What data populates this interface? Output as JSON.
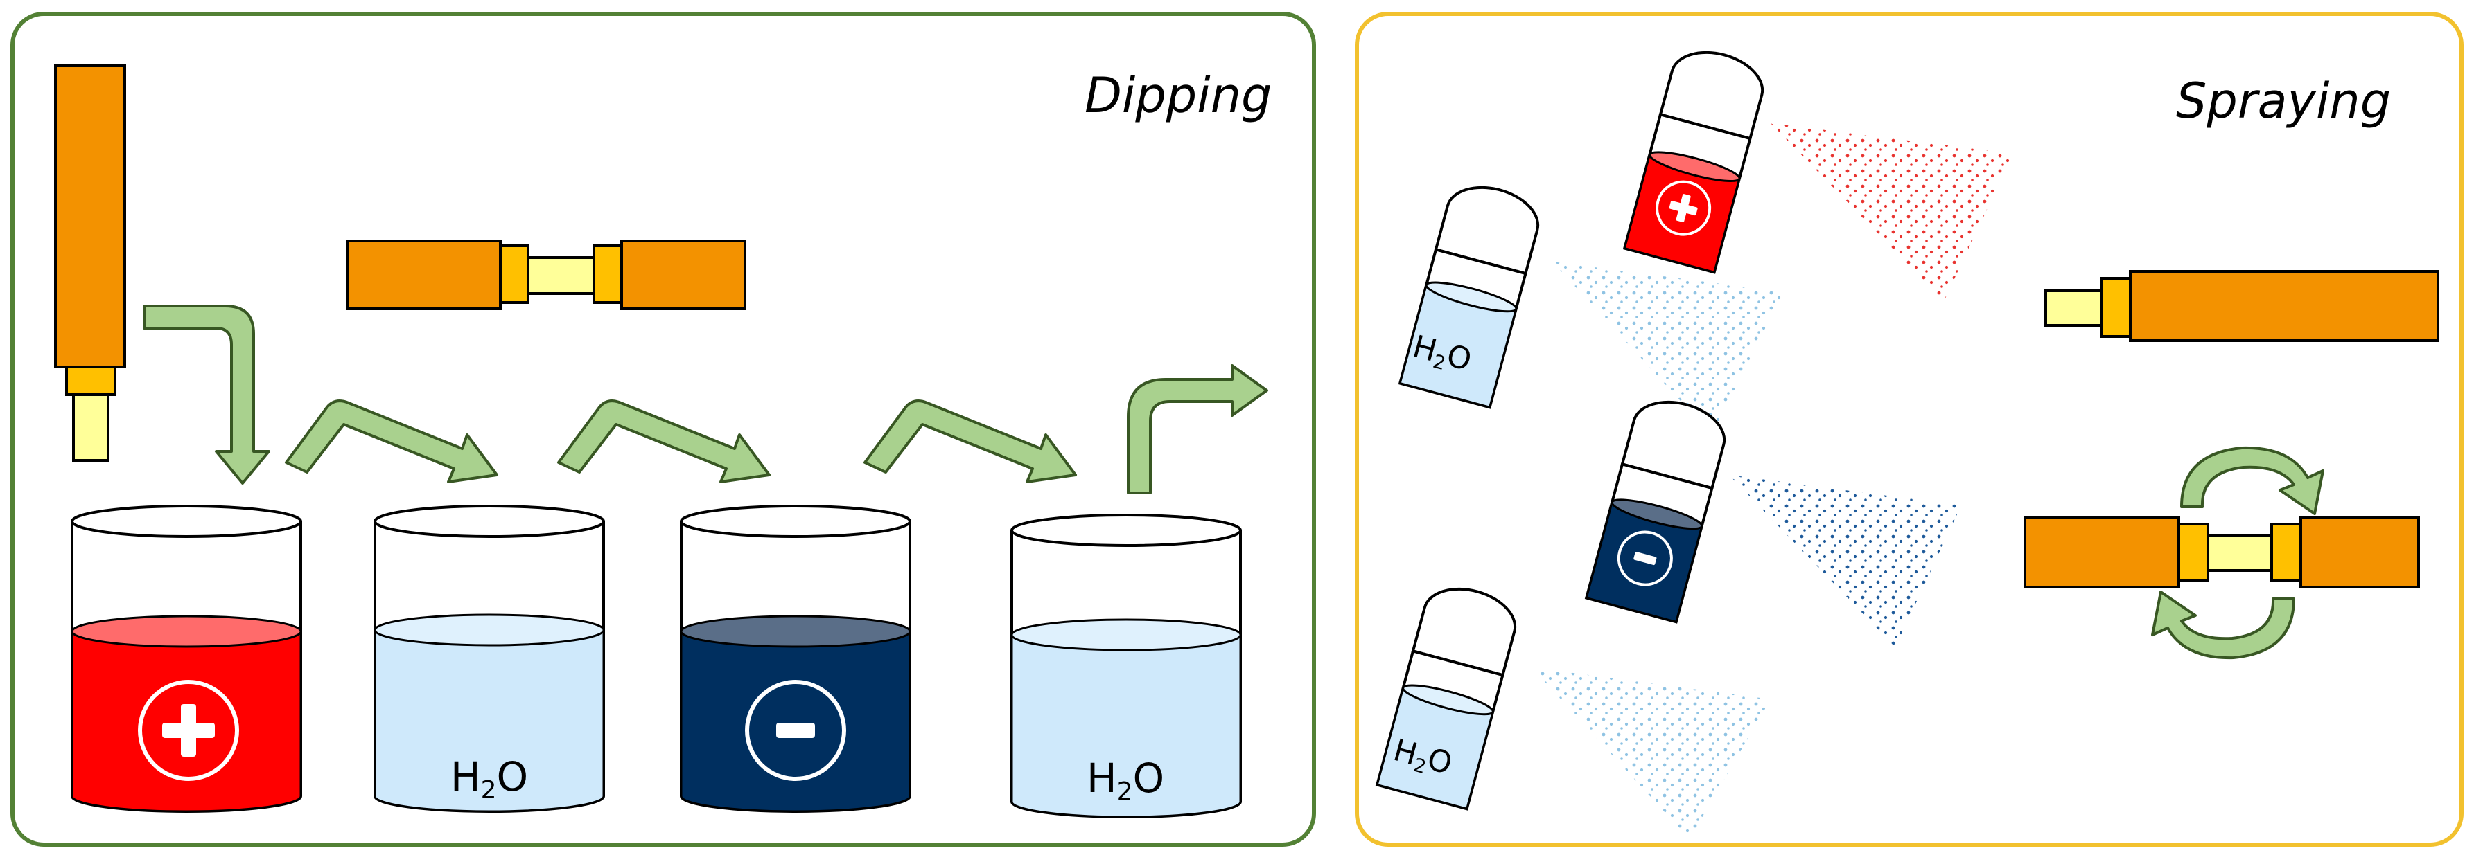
{
  "panels": {
    "dipping": {
      "title": "Dipping",
      "border_color": "#538135"
    },
    "spraying": {
      "title": "Spraying",
      "border_color": "#f2c12e"
    }
  },
  "beakers": [
    {
      "id": "polycation",
      "symbol": "+",
      "text": "",
      "liquid_color": "#ff0000",
      "surface_color": "#ff6b6b"
    },
    {
      "id": "rinse-1",
      "symbol": "",
      "text": "H",
      "sub": "2",
      "text_after": "O",
      "liquid_color": "#cfe9fb",
      "surface_color": "#dff1fd"
    },
    {
      "id": "polyanion",
      "symbol": "−",
      "text": "",
      "liquid_color": "#002f5f",
      "surface_color": "#5a6e88"
    },
    {
      "id": "rinse-2",
      "symbol": "",
      "text": "H",
      "sub": "2",
      "text_after": "O",
      "liquid_color": "#cfe9fb",
      "surface_color": "#dff1fd"
    }
  ],
  "spray_bottles": [
    {
      "id": "polycation-bottle",
      "symbol": "+",
      "liquid_color": "#ff0000",
      "spray_color": "#e8332f"
    },
    {
      "id": "rinse-bottle-1",
      "text": "H",
      "sub": "2",
      "text_after": "O",
      "liquid_color": "#cfe9fb",
      "spray_color": "#8fc3e3"
    },
    {
      "id": "polyanion-bottle",
      "symbol": "−",
      "liquid_color": "#002f5f",
      "spray_color": "#1e5a9a"
    },
    {
      "id": "rinse-bottle-2",
      "text": "H",
      "sub": "2",
      "text_after": "O",
      "liquid_color": "#cfe9fb",
      "spray_color": "#8fc3e3"
    }
  ],
  "colors": {
    "substrate": "#f39200",
    "clamp": "#ffc000",
    "rod": "#ffff99",
    "arrow_fill": "#a9d18e",
    "arrow_stroke": "#385723"
  }
}
